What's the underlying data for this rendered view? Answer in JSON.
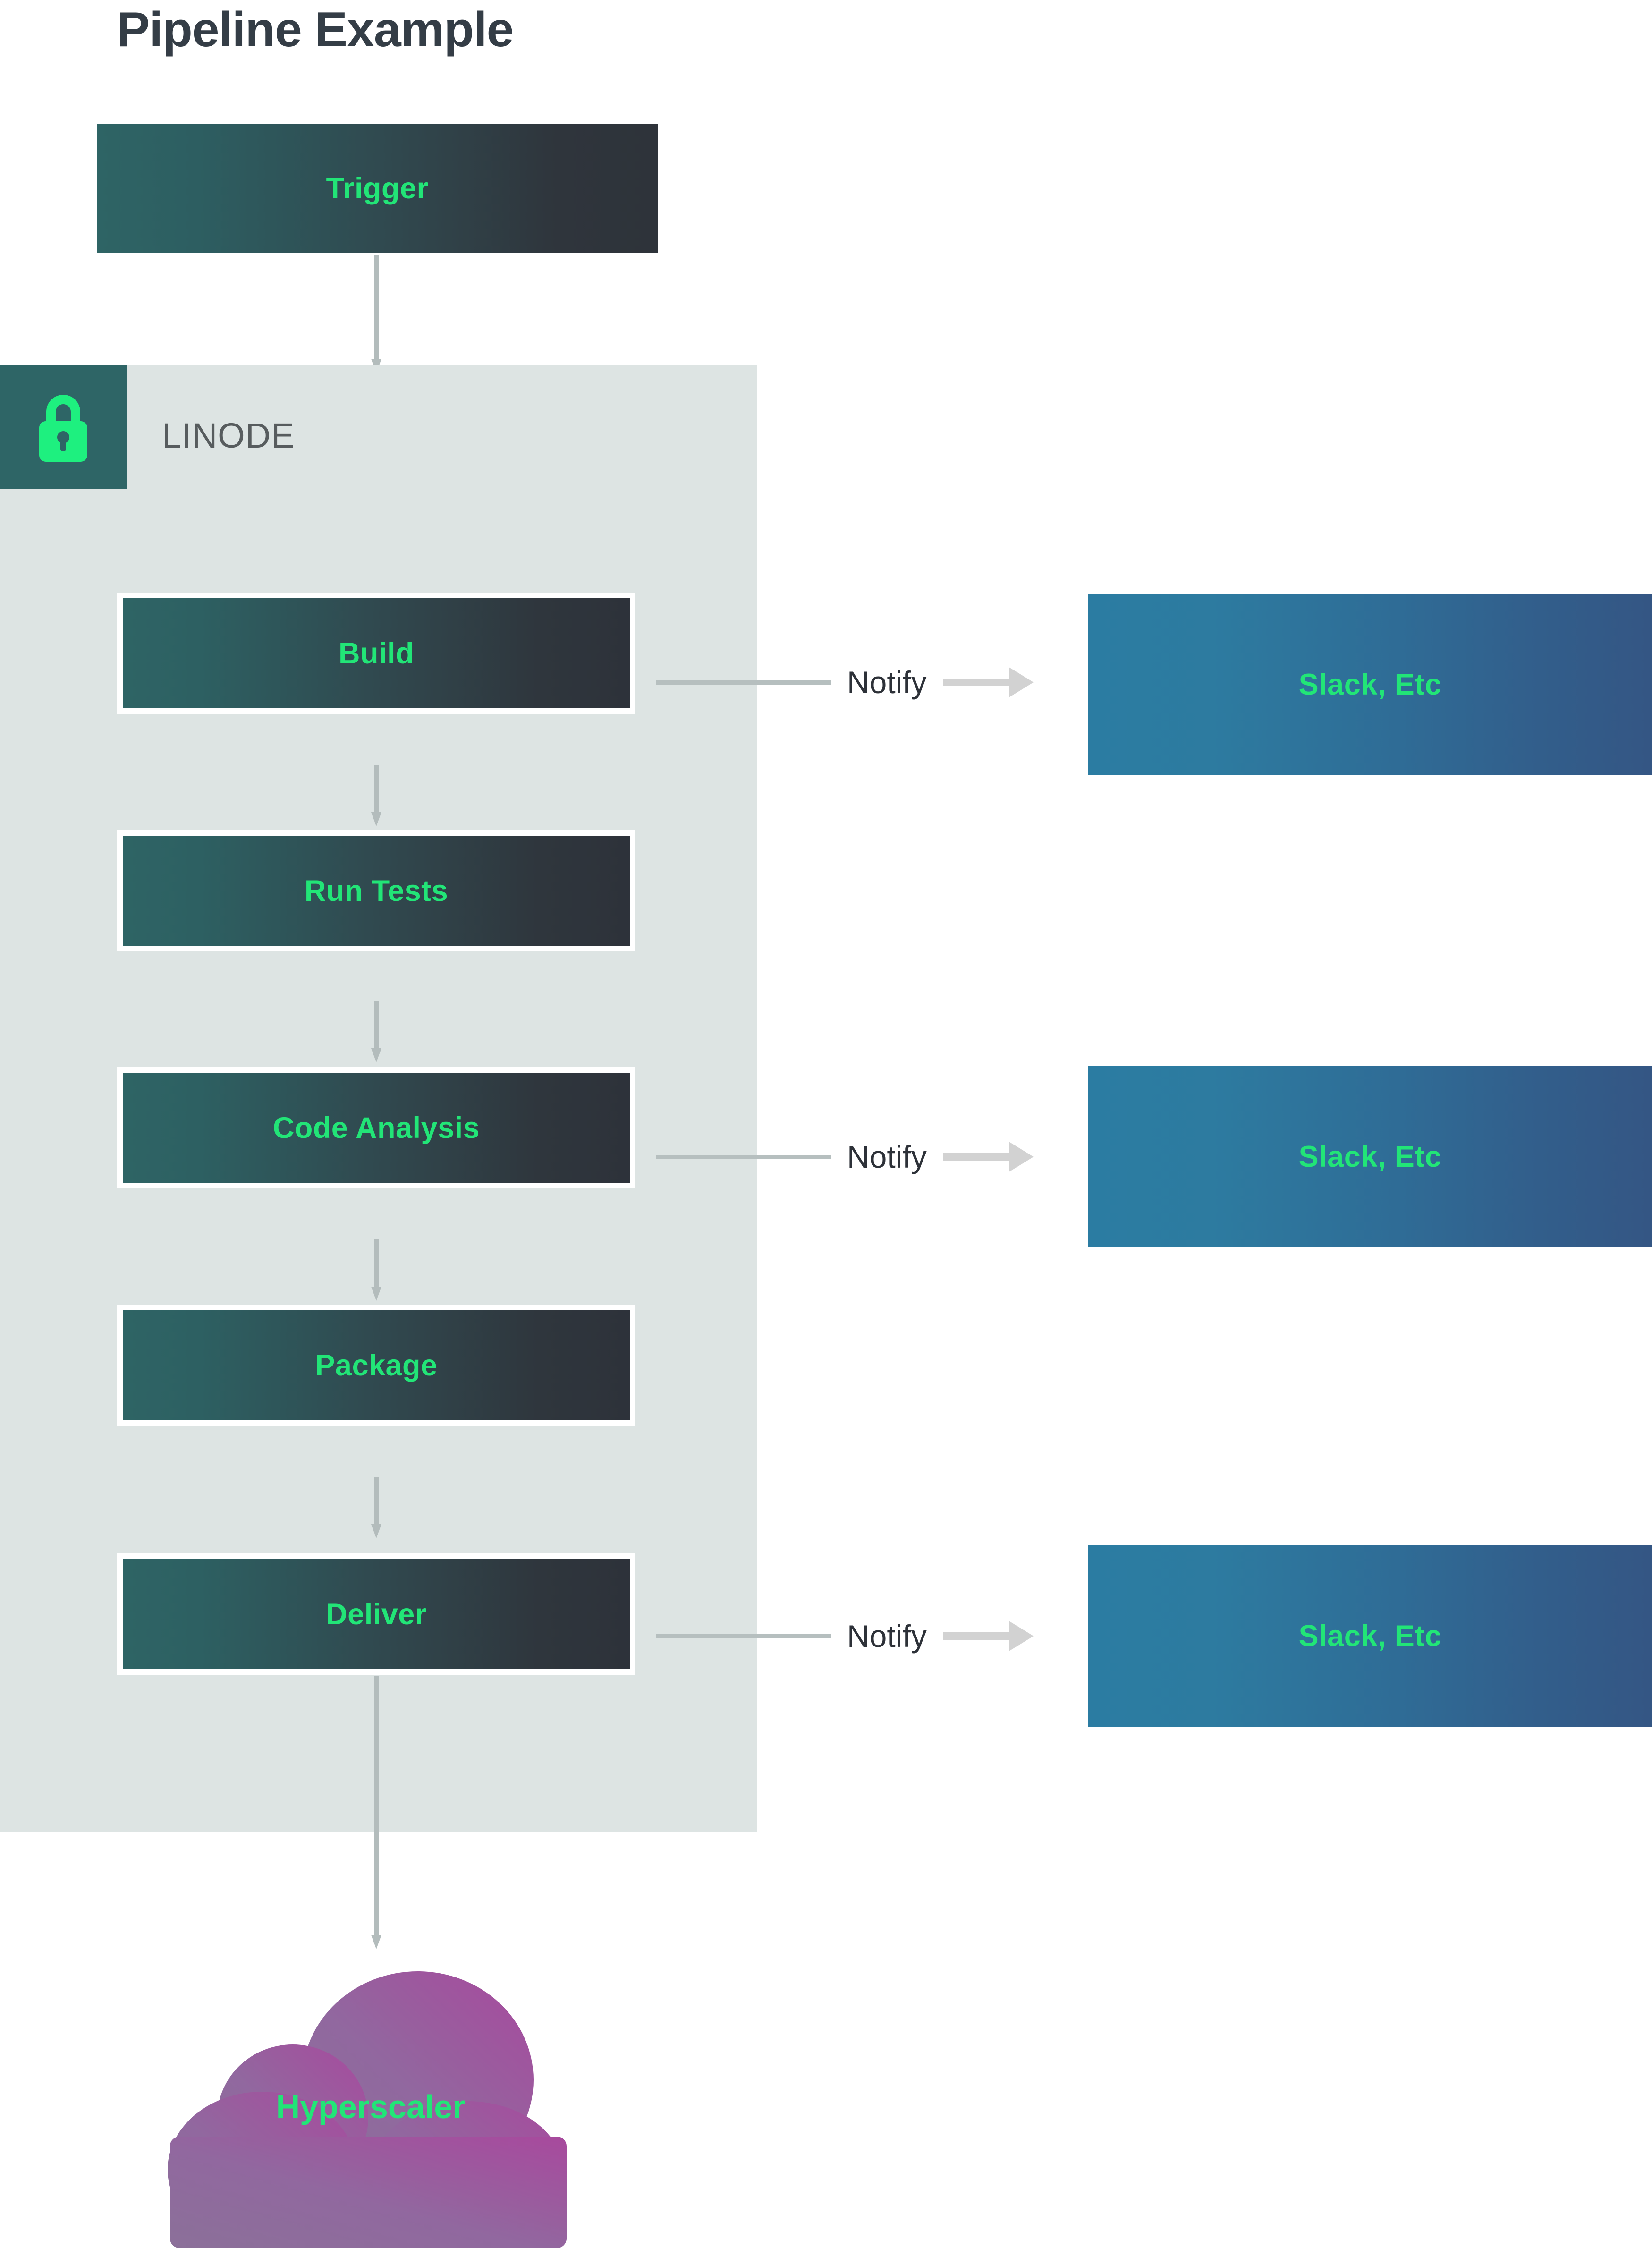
{
  "diagram": {
    "title": "Pipeline Example",
    "trigger": {
      "label": "Trigger"
    },
    "zone": {
      "label": "LINODE",
      "icon": "lock-icon"
    },
    "stages": [
      {
        "label": "Build"
      },
      {
        "label": "Run Tests"
      },
      {
        "label": "Code Analysis"
      },
      {
        "label": "Package"
      },
      {
        "label": "Deliver"
      }
    ],
    "notifications": [
      {
        "edge_label": "Notify",
        "target_label": "Slack, Etc",
        "source": "Build"
      },
      {
        "edge_label": "Notify",
        "target_label": "Slack, Etc",
        "source": "Code Analysis"
      },
      {
        "edge_label": "Notify",
        "target_label": "Slack, Etc",
        "source": "Deliver"
      }
    ],
    "target": {
      "label": "Hyperscaler",
      "shape": "cloud"
    },
    "colors": {
      "title": "#343d46",
      "node_text": "#22e577",
      "zone_background": "#dde4e3",
      "zone_badge": "#2e6566",
      "zone_label": "#575c5e",
      "stage_gradient_start": "#2e6465",
      "stage_gradient_end": "#2d323a",
      "slack_gradient_start": "#2b7ca2",
      "slack_gradient_end": "#345684",
      "cloud_gradient_start": "#8c6e9e",
      "cloud_gradient_end": "#a04d9c",
      "arrow": "#b3bcbc",
      "notify_arrow": "#d2d2d2",
      "notify_label": "#2d3138"
    }
  }
}
